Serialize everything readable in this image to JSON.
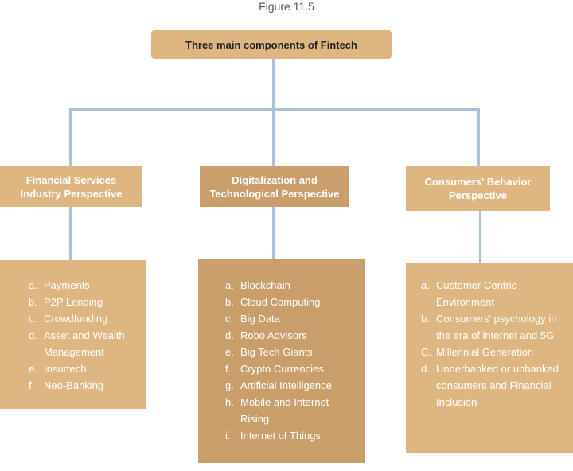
{
  "figure_label": "Figure 11.5",
  "root": "Three main components of Fintech",
  "colors": {
    "light_box": "#deb682",
    "dark_box": "#c99e6b",
    "connector": "#a9c1dc"
  },
  "branches": [
    {
      "title": "Financial Services Industry Perspective",
      "items": [
        [
          "a.",
          "Payments"
        ],
        [
          "b.",
          "P2P Lending"
        ],
        [
          "c.",
          "Crowdfunding"
        ],
        [
          "d.",
          "Asset and Wealth Management"
        ],
        [
          "e.",
          "Insurtech"
        ],
        [
          "f.",
          "Neo-Banking"
        ]
      ]
    },
    {
      "title": "Digitalization and Technological Perspective",
      "items": [
        [
          "a.",
          "Blockchain"
        ],
        [
          "b.",
          "Cloud Computing"
        ],
        [
          "c.",
          "Big Data"
        ],
        [
          "d.",
          "Robo Advisors"
        ],
        [
          "e.",
          "Big Tech Giants"
        ],
        [
          "f.",
          "Crypto Currencies"
        ],
        [
          "g.",
          "Artificial Intelligence"
        ],
        [
          "h.",
          "Mobile and Internet Rising"
        ],
        [
          "i.",
          "Internet of Things"
        ]
      ]
    },
    {
      "title": "Consumers' Behavior Perspective",
      "items": [
        [
          "a.",
          "Customer Centric Environment"
        ],
        [
          "b.",
          "Consumers' psychology in the era of internet and 5G"
        ],
        [
          "C.",
          "Millennial Generation"
        ],
        [
          "d.",
          "Underbanked or unbanked consumers and Financial Inclusion"
        ]
      ]
    }
  ]
}
